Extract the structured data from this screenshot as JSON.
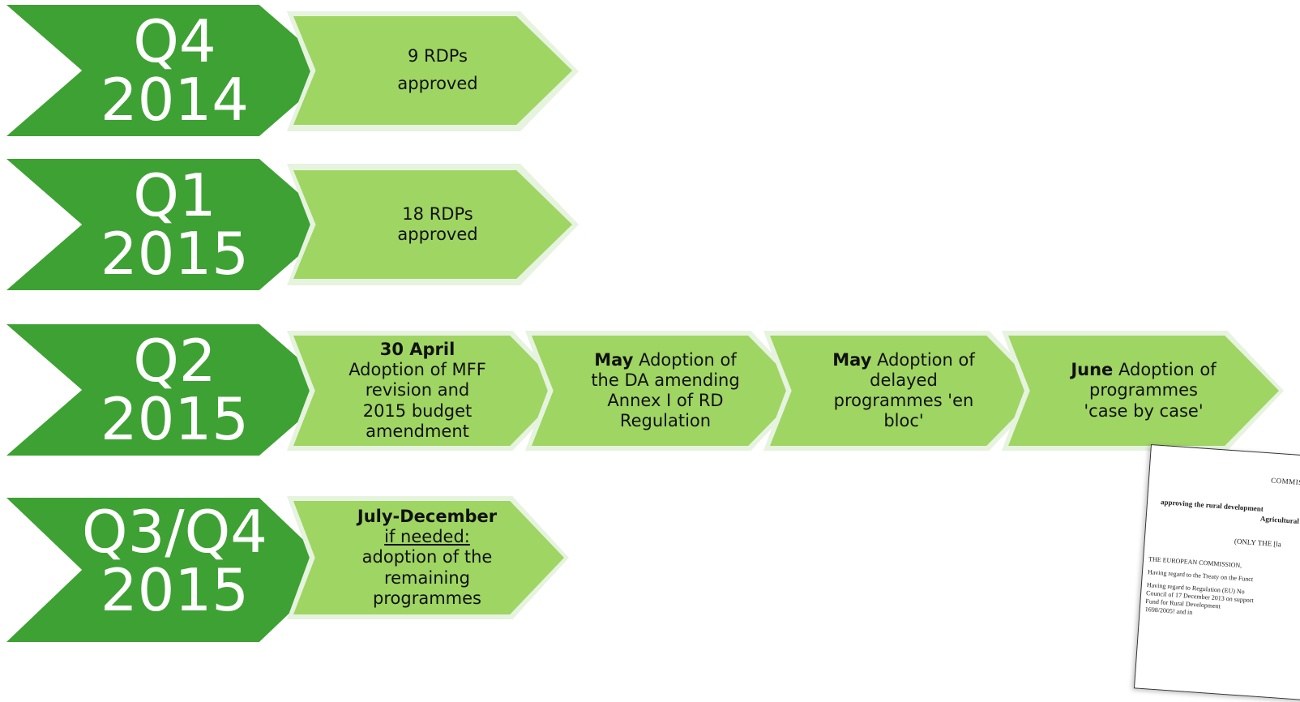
{
  "colors": {
    "quarter": "#3ea133",
    "step": "#9fd563",
    "step_shadow": "#e6f3df"
  },
  "rows": [
    {
      "quarter": {
        "line1": "Q4",
        "line2": "2014"
      },
      "steps": [
        {
          "lines": [
            "9 RDPs",
            "approved"
          ]
        }
      ]
    },
    {
      "quarter": {
        "line1": "Q1",
        "line2": "2015"
      },
      "steps": [
        {
          "lines": [
            "18 RDPs",
            "approved"
          ]
        }
      ]
    },
    {
      "quarter": {
        "line1": "Q2",
        "line2": "2015"
      },
      "steps": [
        {
          "bold": "30 April",
          "lines": [
            "Adoption of MFF",
            "revision and",
            "2015 budget",
            "amendment"
          ]
        },
        {
          "bold": "May",
          "lines": [
            "Adoption of",
            "the DA amending",
            "Annex I of RD",
            "Regulation"
          ]
        },
        {
          "bold": "May",
          "lines": [
            "Adoption of",
            "delayed",
            "programmes 'en",
            "bloc'"
          ]
        },
        {
          "bold": "June",
          "lines": [
            "Adoption of",
            "programmes",
            "'case by case'"
          ]
        }
      ]
    },
    {
      "quarter": {
        "line1": "Q3/Q4",
        "line2": "2015"
      },
      "steps": [
        {
          "bold": "July-December",
          "underline": "if needed:",
          "lines": [
            "adoption of the",
            "remaining",
            "programmes"
          ]
        }
      ]
    }
  ],
  "document": {
    "header": "COMMISSI",
    "subject1": "approving the rural development",
    "subject2": "Agricultural",
    "lang": "(ONLY THE [la",
    "commission": "THE EUROPEAN COMMISSION,",
    "regard1": "Having regard to the Treaty on the Funct",
    "regard2": "Having regard to Regulation (EU) No",
    "regard3": "Council of 17 December 2013 on support",
    "regard4": "Fund for Rural Development",
    "regard5": "1698/2005! and in"
  }
}
